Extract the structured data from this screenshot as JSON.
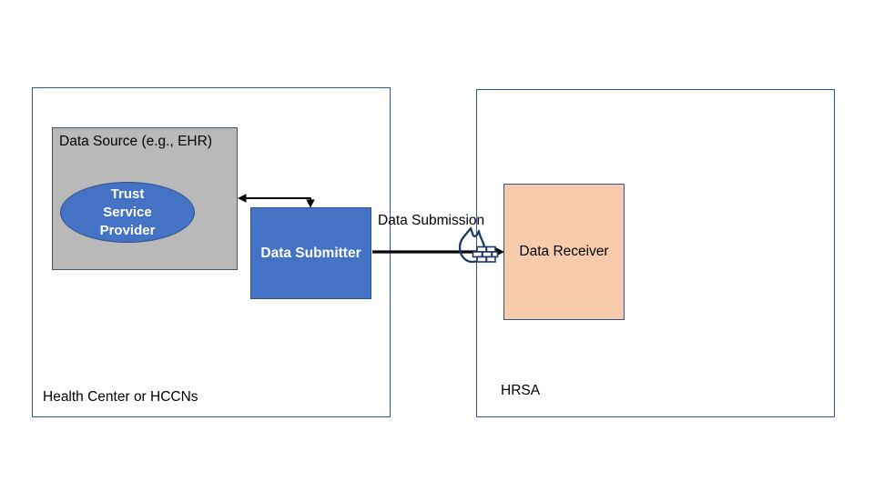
{
  "diagram": {
    "left_group": {
      "label": "Health Center or HCCNs",
      "data_source": {
        "label": "Data Source (e.g., EHR)"
      },
      "trust_service_provider": {
        "lines": [
          "Trust",
          "Service",
          "Provider"
        ]
      },
      "data_submitter": {
        "label": "Data Submitter"
      }
    },
    "right_group": {
      "label": "HRSA",
      "data_receiver": {
        "label": "Data Receiver"
      }
    },
    "connections": {
      "data_submission_label": "Data Submission",
      "submitter_source_link": "bidirectional-elbow-arrow",
      "submission_arrow": "left-to-right-arrow-through-firewall",
      "firewall_icon": "firewall-icon"
    },
    "colors": {
      "frame_border": "#2F5496",
      "blue_fill": "#4472C4",
      "blue_border": "#2F528F",
      "gray_fill": "#B9B9B9",
      "gray_border": "#44546A",
      "peach_fill": "#F8CBAD",
      "peach_border": "#2F5496",
      "arrow_color": "#000000",
      "icon_stroke": "#203864",
      "text_color": "#000000",
      "inverse_text": "#FFFFFF"
    }
  }
}
